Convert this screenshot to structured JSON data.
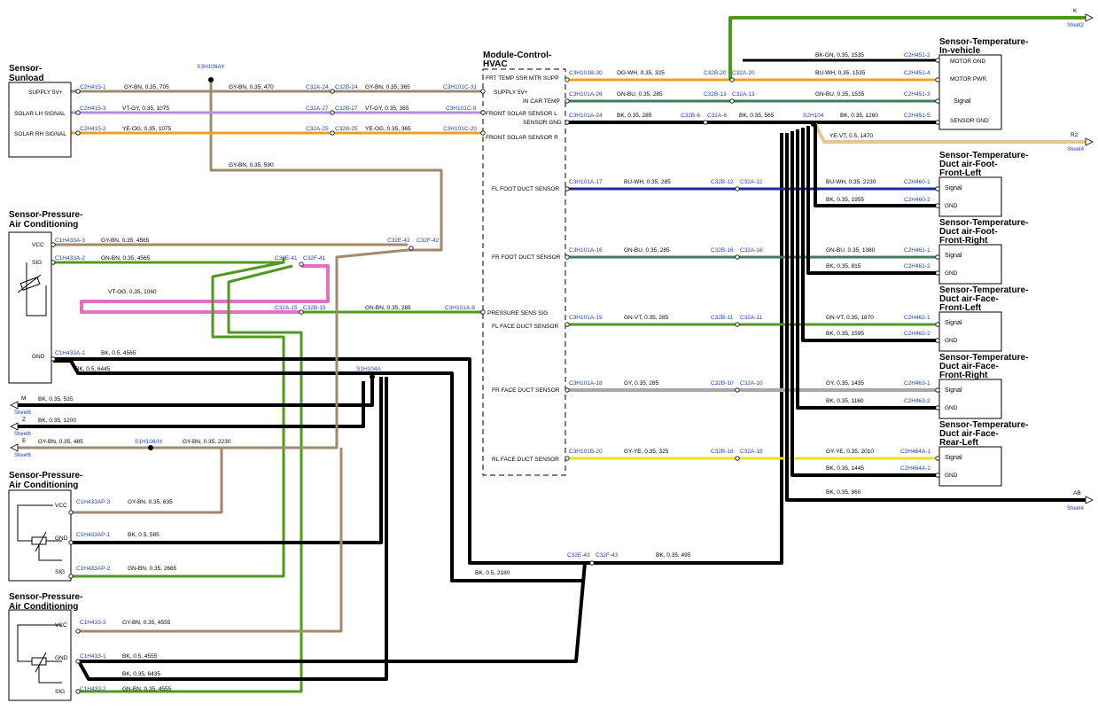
{
  "colors": {
    "brown": "#a08a6a",
    "green": "#4f9a1c",
    "black": "#000000",
    "blue": "#1e2a9c",
    "orange": "#f0a020",
    "purple": "#b48ce0",
    "pink": "#e070c0",
    "dkgreen": "#3f7a5c",
    "grey": "#a8a8a8",
    "yellow": "#e8e020",
    "cream": "#e0c890",
    "link": "#1f3fbf"
  },
  "components": {
    "sunload": {
      "title_l1": "Sensor-",
      "title_l2": "Sunload",
      "pins": [
        "SUPPLY 5V+",
        "SOLAR LH SIGNAL",
        "SOLAR RH SIGNAL"
      ]
    },
    "pac1": {
      "title_l1": "Sensor-Pressure-",
      "title_l2": "Air Conditioning",
      "pins": [
        "VCC",
        "SIG",
        "GND"
      ]
    },
    "pac2": {
      "title_l1": "Sensor-Pressure-",
      "title_l2": "Air Conditioning",
      "pins": [
        "VCC",
        "GND",
        "SIG"
      ]
    },
    "pac3": {
      "title_l1": "Sensor-Pressure-",
      "title_l2": "Air Conditioning",
      "pins": [
        "VCC",
        "GND",
        "SIG"
      ]
    },
    "hvac": {
      "title_l1": "Module-Control-",
      "title_l2": "HVAC",
      "pins": [
        "FRT TEMP SSR MTR SUPP",
        "SUPPLY 5V+",
        "IN CAR TEMP",
        "FRONT SOLAR SENSOR L",
        "SENSOR GND",
        "FRONT SOLAR SENSOR R",
        "FL FOOT DUCT SENSOR",
        "FR FOOT DUCT SENSOR",
        "PRESSURE SENS SIG",
        "FL FACE DUCT SENSOR",
        "FR FACE DUCT SENSOR",
        "RL FACE DUCT SENSOR"
      ]
    },
    "invehicle": {
      "title_l1": "Sensor-Temperature-",
      "title_l2": "In-vehicle",
      "pins": [
        "MOTOR GND",
        "MOTOR PWR",
        "Signal",
        "SENSOR GND"
      ]
    },
    "footfl": {
      "title_l1": "Sensor-Temperature-",
      "title_l2": "Duct air-Foot-",
      "title_l3": "Front-Left",
      "pins": [
        "Signal",
        "GND"
      ]
    },
    "footfr": {
      "title_l1": "Sensor-Temperature-",
      "title_l2": "Duct air-Foot-",
      "title_l3": "Front-Right",
      "pins": [
        "Signal",
        "GND"
      ]
    },
    "facefl": {
      "title_l1": "Sensor-Temperature-",
      "title_l2": "Duct air-Face-",
      "title_l3": "Front-Left",
      "pins": [
        "Signal",
        "GND"
      ]
    },
    "facefr": {
      "title_l1": "Sensor-Temperature-",
      "title_l2": "Duct air-Face-",
      "title_l3": "Front-Right",
      "pins": [
        "Signal",
        "GND"
      ]
    },
    "facerl": {
      "title_l1": "Sensor-Temperature-",
      "title_l2": "Duct air-Face-",
      "title_l3": "Rear-Left",
      "pins": [
        "Signal",
        "GND"
      ]
    }
  },
  "connectors": {
    "c_2h415_1": "C2H415-1",
    "c_2h415_3": "C2H415-3",
    "c_2h415_2": "C2H415-2",
    "s3h108ay": "S3H108AY",
    "s1h108ay": "S1H108AY",
    "s1h104a": "S1H104A",
    "s2h104": "S2H104",
    "c32a_24": "C32A-24",
    "c32b_24": "C32B-24",
    "c3h101c_31": "C3H101C-31",
    "c32a_27": "C32A-27",
    "c32b_27": "C32B-27",
    "c3h101c_9": "C3H101C-9",
    "c32a_25": "C32A-25",
    "c32b_25": "C32B-25",
    "c3h101c_20": "C3H101C-20",
    "c1h433a_3": "C1H433A-3",
    "c1h433a_2": "C1H433A-2",
    "c1h433a_1": "C1H433A-1",
    "c32e_42": "C32E-42",
    "c32f_42": "C32F-42",
    "c32e_41": "C32E-41",
    "c32f_41": "C32F-41",
    "c32a_15": "C32A-15",
    "c32b_15": "C32B-15",
    "c3h101a_8": "C3H101A-8",
    "c1h433ap_3": "C1H433AP-3",
    "c1h433ap_1": "C1H433AP-1",
    "c1h433ap_2": "C1H433AP-2",
    "c1h433_3": "C1H433-3",
    "c1h433_1": "C1H433-1",
    "c1h433_2": "C1H433-2",
    "c32e_43": "C32E-43",
    "c32f_43": "C32F-43",
    "c3h101b_30": "C3H101B-30",
    "c32b_20": "C32B-20",
    "c32a_20": "C32A-20",
    "c2h451_2": "C2H451-2",
    "c2h451_4": "C2H451-4",
    "c3h101a_26": "C3H101A-26",
    "c32b_13": "C32B-13",
    "c32a_13": "C32A-13",
    "c2h451_3": "C2H451-3",
    "c3h101a_24": "C3H101A-24",
    "c32b_6": "C32B-6",
    "c32a_6": "C32A-6",
    "c2h451_5": "C2H451-5",
    "c3h101a_17": "C3H101A-17",
    "c32b_12": "C32B-12",
    "c32a_12": "C32A-12",
    "c2h460_1": "C2H460-1",
    "c2h460_2": "C2H460-2",
    "c3h101a_16": "C3H101A-16",
    "c32b_16": "C32B-16",
    "c32a_16": "C32A-16",
    "c2h461_1": "C2H461-1",
    "c2h461_2": "C2H461-2",
    "c3h101a_19": "C3H101A-19",
    "c32b_11": "C32B-11",
    "c32a_11": "C32A-11",
    "c2h462_1": "C2H462-1",
    "c2h462_2": "C2H462-2",
    "c3h101a_18": "C3H101A-18",
    "c32b_10": "C32B-10",
    "c32a_10": "C32A-10",
    "c2h463_1": "C2H463-1",
    "c2h463_2": "C2H463-2",
    "c3h101b_20": "C3H101B-20",
    "c32b_18": "C32B-18",
    "c32a_18": "C32A-18",
    "c2h464a_1": "C2H464A-1",
    "c2h464a_2": "C2H464A-2"
  },
  "wires": {
    "w_sun1": "GY-BN, 0.35, 705",
    "w_sun1b": "GY-BN, 0.35, 470",
    "w_sun1c": "GY-BN, 0.35, 365",
    "w_sun3": "VT-GY, 0.35, 1075",
    "w_sun3b": "VT-GY, 0.35, 365",
    "w_sun2": "YE-OG, 0.35, 1075",
    "w_sun2b": "YE-OG, 0.35, 365",
    "w_gy590": "GY-BN, 0.35, 590",
    "w_p1vcc": "GY-BN, 0.35, 4565",
    "w_p1sig": "GN-BN, 0.35, 4565",
    "w_vtog": "VT-OG, 0.35, 1060",
    "w_gnbn285": "GN-BN, 0.35, 285",
    "w_p1gnd": "BK, 0.5, 4565",
    "w_bk6445": "BK, 0.5, 6445",
    "w_m535": "BK, 0.35, 535",
    "w_z1200": "BK, 0.35, 1200",
    "w_e485": "GY-BN, 0.35, 485",
    "w_gy2230": "GY-BN, 0.35, 2230",
    "w_p2vcc": "GY-BN, 0.35, 635",
    "w_p2gnd": "BK, 0.5, 585",
    "w_p2sig": "GN-BN, 0.35, 2665",
    "w_p3vcc": "GY-BN, 0.35, 4555",
    "w_p3gnd": "BK, 0.5, 4555",
    "w_p3gnd2": "BK, 0.35, 6435",
    "w_p3sig": "GN-BN, 0.35, 4555",
    "w_bk2180": "BK, 0.5, 2180",
    "w_bk495": "BK, 0.35, 495",
    "w_ogwh": "OG-WH, 0.35, 325",
    "w_bkgn": "BK-GN, 0.35, 1535",
    "w_buwh1535": "BU-WH, 0.35, 1535",
    "w_gnbu285": "GN-BU, 0.35, 285",
    "w_gnbu1535": "GN-BU, 0.35, 1535",
    "w_bk285": "BK, 0.35, 285",
    "w_bk565": "BK, 0.35, 565",
    "w_bk1260": "BK, 0.35, 1260",
    "w_yevt": "YE-VT, 0.5, 1470",
    "w_buwh285": "BU-WH, 0.35, 285",
    "w_buwh2230": "BU-WH, 0.35, 2230",
    "w_bk1955": "BK, 0.35, 1955",
    "w_gnbu285b": "GN-BU, 0.35, 285",
    "w_gnbu1380": "GN-BU, 0.35, 1380",
    "w_bk815": "BK, 0.35, 815",
    "w_gnvt285": "GN-VT, 0.35, 285",
    "w_gnvt1870": "GN-VT, 0.35, 1870",
    "w_bk1595": "BK, 0.35, 1595",
    "w_gy285": "GY, 0.35, 285",
    "w_gy1435": "GY, 0.35, 1435",
    "w_bk1160": "BK, 0.35, 1160",
    "w_gyye325": "GY-YE, 0.35, 325",
    "w_gyye2010": "GY-YE, 0.35, 2010",
    "w_bk1445": "BK, 0.35, 1445",
    "w_bk860": "BK, 0.35, 860"
  },
  "offsheet": {
    "k_letter": "K",
    "k_sheet": "Sheet2",
    "r2_letter": "R2",
    "r2_sheet": "Sheet4",
    "ab_letter": "AB",
    "ab_sheet": "Sheet4",
    "m_letter": "M",
    "m_sheet": "Sheet6",
    "z_letter": "Z",
    "z_sheet": "Sheet6",
    "e_letter": "E",
    "e_sheet": "Sheet6"
  }
}
